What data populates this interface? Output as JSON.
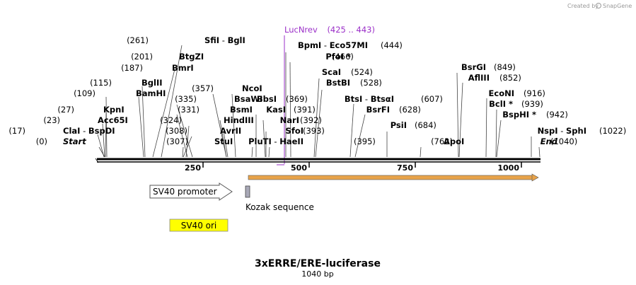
{
  "credit": {
    "text": "Created by",
    "brand": "SnapGene"
  },
  "title": "3xERRE/ERE-luciferase",
  "subtitle": "1040 bp",
  "primer": {
    "name": "LucNrev",
    "range": "(425 .. 443)",
    "color": "#9b30c8"
  },
  "sites": [
    {
      "pos": "(0)",
      "names": [
        {
          "t": "Start",
          "i": true
        }
      ]
    },
    {
      "pos": "(17)",
      "names": [
        {
          "t": "ClaI"
        },
        {
          "t": "BspDI"
        }
      ]
    },
    {
      "pos": "(23)",
      "names": [
        {
          "t": "Acc65I"
        }
      ]
    },
    {
      "pos": "(27)",
      "names": [
        {
          "t": "KpnI"
        }
      ]
    },
    {
      "pos": "(109)",
      "names": [
        {
          "t": "BamHI"
        }
      ]
    },
    {
      "pos": "(115)",
      "names": [
        {
          "t": "BglII"
        }
      ]
    },
    {
      "pos": "(187)",
      "names": [
        {
          "t": "BmrI"
        }
      ]
    },
    {
      "pos": "(201)",
      "names": [
        {
          "t": "BtgZI"
        }
      ]
    },
    {
      "pos": "(261)",
      "names": [
        {
          "t": "SfiI"
        },
        {
          "t": "BglI"
        }
      ]
    },
    {
      "pos": "(307)",
      "names": [
        {
          "t": "StuI"
        }
      ]
    },
    {
      "pos": "(308)",
      "names": [
        {
          "t": "AvrII"
        }
      ]
    },
    {
      "pos": "(324)",
      "names": [
        {
          "t": "HindIII"
        }
      ]
    },
    {
      "pos": "(331)",
      "names": [
        {
          "t": "BsmI"
        }
      ]
    },
    {
      "pos": "(335)",
      "names": [
        {
          "t": "BsaWI"
        }
      ]
    },
    {
      "pos": "(357)",
      "names": [
        {
          "t": "NcoI"
        }
      ]
    },
    {
      "pos": "(369)",
      "names": [
        {
          "t": "BbsI"
        }
      ]
    },
    {
      "pos": "(391)",
      "names": [
        {
          "t": "KasI"
        }
      ]
    },
    {
      "pos": "(392)",
      "names": [
        {
          "t": "NarI"
        }
      ]
    },
    {
      "pos": "(393)",
      "names": [
        {
          "t": "SfoI"
        }
      ]
    },
    {
      "pos": "(395)",
      "names": [
        {
          "t": "PluTI"
        },
        {
          "t": "HaeII"
        }
      ]
    },
    {
      "pos": "(444)",
      "names": [
        {
          "t": "BpmI"
        },
        {
          "t": "Eco57MI"
        }
      ]
    },
    {
      "pos": "(466)",
      "names": [
        {
          "t": "PfoI *"
        }
      ]
    },
    {
      "pos": "(524)",
      "names": [
        {
          "t": "ScaI"
        }
      ]
    },
    {
      "pos": "(528)",
      "names": [
        {
          "t": "BstBI"
        }
      ]
    },
    {
      "pos": "(607)",
      "names": [
        {
          "t": "BtsI"
        },
        {
          "t": "BtsαI"
        }
      ]
    },
    {
      "pos": "(628)",
      "names": [
        {
          "t": "BsrFI"
        }
      ]
    },
    {
      "pos": "(684)",
      "names": [
        {
          "t": "PsiI"
        }
      ]
    },
    {
      "pos": "(762)",
      "names": [
        {
          "t": "ApoI"
        }
      ]
    },
    {
      "pos": "(849)",
      "names": [
        {
          "t": "BsrGI"
        }
      ]
    },
    {
      "pos": "(852)",
      "names": [
        {
          "t": "AflIII"
        }
      ]
    },
    {
      "pos": "(916)",
      "names": [
        {
          "t": "EcoNI"
        }
      ]
    },
    {
      "pos": "(939)",
      "names": [
        {
          "t": "BclI *"
        }
      ]
    },
    {
      "pos": "(942)",
      "names": [
        {
          "t": "BspHI *"
        }
      ]
    },
    {
      "pos": "(1022)",
      "names": [
        {
          "t": "NspI"
        },
        {
          "t": "SphI"
        }
      ]
    },
    {
      "pos": "(1040)",
      "names": [
        {
          "t": "End",
          "i": true
        }
      ]
    }
  ],
  "ruler": {
    "ticks": [
      "250",
      "500",
      "750",
      "1000"
    ]
  },
  "features": {
    "sv40_promoter": {
      "label": "SV40 promoter"
    },
    "kozak": {
      "label": "Kozak sequence",
      "color": "#a9a9b8"
    },
    "sv40_ori": {
      "label": "SV40 ori",
      "color": "#ffff00"
    },
    "orf_color": "#e8a34a"
  }
}
